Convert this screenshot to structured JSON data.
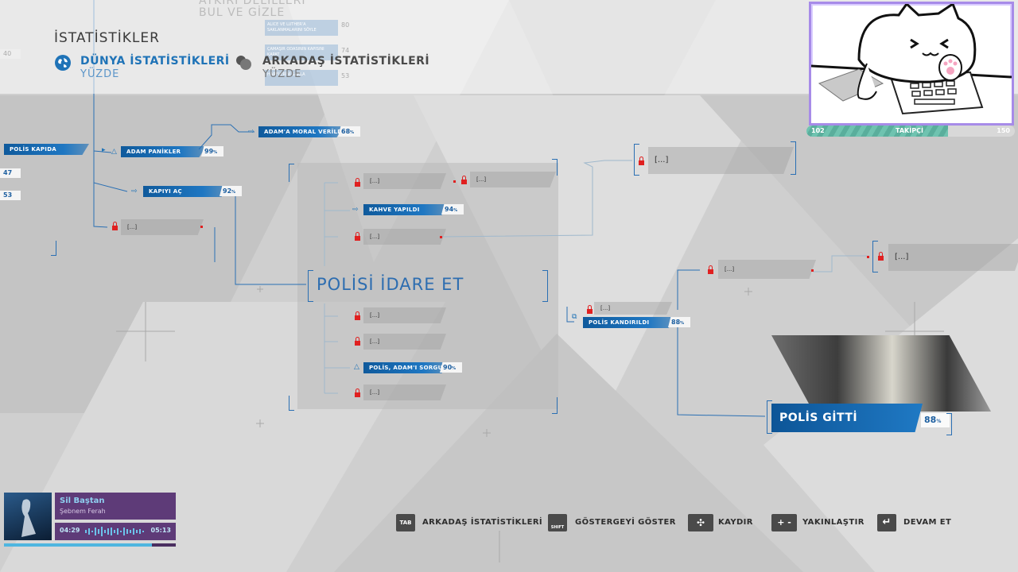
{
  "header": {
    "title": "İSTATİSTİKLER",
    "world_tab": {
      "label": "DÜNYA İSTATİSTİKLERİ",
      "sub": "YÜZDE"
    },
    "friends_tab": {
      "label": "ARKADAŞ İSTATİSTİKLERİ",
      "sub": "YÜZDE"
    }
  },
  "faded_top": {
    "heading_line1": "AYKIRI DELİLLERİ",
    "heading_line2": "BUL VE GİZLE",
    "items": [
      {
        "label": "ALICE VE LUTHER'A SAKLANMALARINI SÖYLE",
        "pct": "80"
      },
      {
        "label": "ÇAMAŞIR ODASININ KAPISINI KAPAT",
        "pct": "74"
      },
      {
        "label": "HARFLERİNİ SAKLA",
        "pct": "53"
      }
    ],
    "left_pct": "40"
  },
  "left_edge": {
    "pct1": "47",
    "pct2": "53"
  },
  "nodes": {
    "polis_kapida": {
      "label": "POLİS KAPIDA"
    },
    "adam_panikler": {
      "label": "ADAM PANİKLER",
      "pct": "99"
    },
    "adam_moral": {
      "label": "ADAM'A MORAL VERİLDİ",
      "pct": "68"
    },
    "kapiyi_ac": {
      "label": "KAPIYI AÇ",
      "pct": "92"
    },
    "kahve_yapildi": {
      "label": "KAHVE YAPILDI",
      "pct": "94"
    },
    "polis_sorgular": {
      "label": "POLİS, ADAM'I SORGULAR",
      "pct": "90"
    },
    "polis_kandirildi": {
      "label": "POLİS KANDIRILDI",
      "pct": "88"
    },
    "polis_gitti": {
      "label": "POLİS GİTTİ",
      "pct": "88"
    }
  },
  "locked_label": "[...]",
  "center_title": "POLİSİ İDARE ET",
  "pct_symbol": "%",
  "followers": {
    "current": "102",
    "label": "TAKİPÇİ",
    "goal": "150",
    "progress": 0.68
  },
  "music": {
    "title": "Sil Baştan",
    "artist": "Şebnem Ferah",
    "elapsed": "04:29",
    "total": "05:13",
    "progress": 0.86
  },
  "controls": [
    {
      "key": "TAB",
      "label": "ARKADAŞ İSTATİSTİKLERİ"
    },
    {
      "key": "SHIFT",
      "label": "GÖSTERGEYİ GÖSTER"
    },
    {
      "key": "✣",
      "label": "KAYDIR"
    },
    {
      "key": "+ -",
      "label": "YAKINLAŞTIR"
    },
    {
      "key": "↵",
      "label": "DEVAM ET"
    }
  ],
  "colors": {
    "accent": "#1f73b7",
    "lock": "#e02020",
    "panel": "#5e3b78",
    "webcam_border": "#a78be8"
  }
}
